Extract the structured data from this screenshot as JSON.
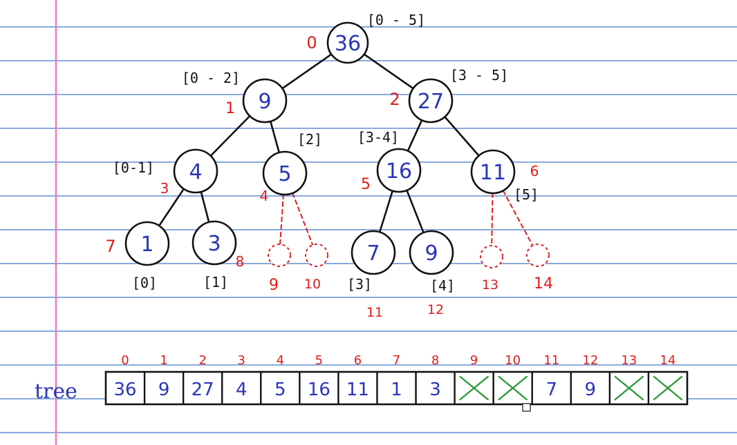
{
  "array_label": "tree",
  "colors": {
    "line": "#88aadd",
    "margin": "#e87fc0",
    "ink": "#111111",
    "value": "#2a35b8",
    "index": "#e01b1b",
    "empty": "#2e9a3a"
  },
  "nodes": [
    {
      "id": 0,
      "value": "36",
      "index": "0",
      "range": "[0 - 5]"
    },
    {
      "id": 1,
      "value": "9",
      "index": "1",
      "range": "[0 - 2]"
    },
    {
      "id": 2,
      "value": "27",
      "index": "2",
      "range": "[3 - 5]"
    },
    {
      "id": 3,
      "value": "4",
      "index": "3",
      "range": "[0-1]"
    },
    {
      "id": 4,
      "value": "5",
      "index": "4",
      "range": "[2]"
    },
    {
      "id": 5,
      "value": "16",
      "index": "5",
      "range": "[3-4]"
    },
    {
      "id": 6,
      "value": "11",
      "index": "6",
      "range": "[5]"
    },
    {
      "id": 7,
      "value": "1",
      "index": "7",
      "range": "[0]"
    },
    {
      "id": 8,
      "value": "3",
      "index": "8",
      "range": "[1]"
    },
    {
      "id": 9,
      "value": "",
      "index": "9",
      "range": ""
    },
    {
      "id": 10,
      "value": "",
      "index": "10",
      "range": ""
    },
    {
      "id": 11,
      "value": "7",
      "index": "11",
      "range": "[3]"
    },
    {
      "id": 12,
      "value": "9",
      "index": "12",
      "range": "[4]"
    },
    {
      "id": 13,
      "value": "",
      "index": "13",
      "range": ""
    },
    {
      "id": 14,
      "value": "",
      "index": "14",
      "range": ""
    }
  ],
  "edges": [
    {
      "from": 0,
      "to": 1,
      "style": "solid"
    },
    {
      "from": 0,
      "to": 2,
      "style": "solid"
    },
    {
      "from": 1,
      "to": 3,
      "style": "solid"
    },
    {
      "from": 1,
      "to": 4,
      "style": "solid"
    },
    {
      "from": 2,
      "to": 5,
      "style": "solid"
    },
    {
      "from": 2,
      "to": 6,
      "style": "solid"
    },
    {
      "from": 3,
      "to": 7,
      "style": "solid"
    },
    {
      "from": 3,
      "to": 8,
      "style": "solid"
    },
    {
      "from": 4,
      "to": 9,
      "style": "dashed"
    },
    {
      "from": 4,
      "to": 10,
      "style": "dashed"
    },
    {
      "from": 5,
      "to": 11,
      "style": "solid"
    },
    {
      "from": 5,
      "to": 12,
      "style": "solid"
    },
    {
      "from": 6,
      "to": 13,
      "style": "dashed"
    },
    {
      "from": 6,
      "to": 14,
      "style": "dashed"
    }
  ],
  "array": [
    {
      "index": "0",
      "value": "36"
    },
    {
      "index": "1",
      "value": "9"
    },
    {
      "index": "2",
      "value": "27"
    },
    {
      "index": "3",
      "value": "4"
    },
    {
      "index": "4",
      "value": "5"
    },
    {
      "index": "5",
      "value": "16"
    },
    {
      "index": "6",
      "value": "11"
    },
    {
      "index": "7",
      "value": "1"
    },
    {
      "index": "8",
      "value": "3"
    },
    {
      "index": "9",
      "value": ""
    },
    {
      "index": "10",
      "value": ""
    },
    {
      "index": "11",
      "value": "7"
    },
    {
      "index": "12",
      "value": "9"
    },
    {
      "index": "13",
      "value": ""
    },
    {
      "index": "14",
      "value": ""
    }
  ]
}
